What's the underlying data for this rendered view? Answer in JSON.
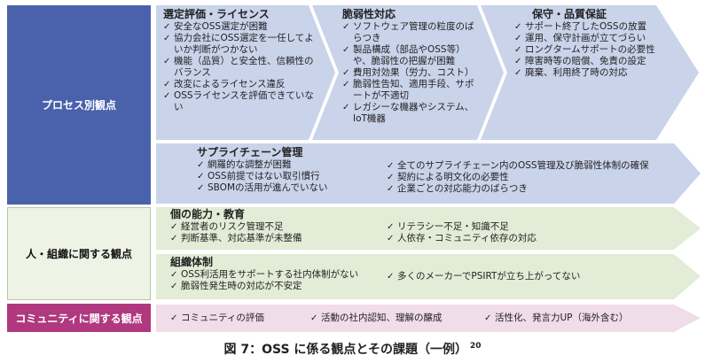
{
  "side_labels": {
    "process": "プロセス別観点",
    "people": "人・組織に関する観点",
    "community": "コミュニティに関する観点"
  },
  "process": {
    "selection": {
      "title": "選定評価・ライセンス",
      "items": [
        "安全なOSS選定が困難",
        "協力会社にOSS選定を一任してよいか判断がつかない",
        "機能（品質）と安全性、信頼性のバランス",
        "改変によるライセンス違反",
        "OSSライセンスを評価できていない"
      ]
    },
    "vulnerability": {
      "title": "脆弱性対応",
      "items": [
        "ソフトウェア管理の粒度のばらつき",
        "製品構成（部品やOSS等）や、脆弱性の把握が困難",
        "費用対効果（労力、コスト）",
        "脆弱性告知、適用手段、サポートが不適切",
        "レガシーな機器やシステム、IoT機器"
      ]
    },
    "maintenance": {
      "title": "保守・品質保証",
      "items": [
        "サポート終了したOSSの放置",
        "運用、保守計画が立てづらい",
        "ロングタームサポートの必要性",
        "障害時等の賠償、免責の設定",
        "廃棄、利用終了時の対応"
      ]
    },
    "supply_chain": {
      "title": "サプライチェーン管理",
      "left": [
        "網羅的な調整が困難",
        "OSS前提ではない取引慣行",
        "SBOMの活用が進んでいない"
      ],
      "right": [
        "全てのサプライチェーン内のOSS管理及び脆弱性体制の確保",
        "契約による明文化の必要性",
        "企業ごとの対応能力のばらつき"
      ]
    }
  },
  "people": {
    "individual": {
      "title": "個の能力・教育",
      "left": [
        "経営者のリスク管理不足",
        "判断基準、対応基準が未整備"
      ],
      "right": [
        "リテラシー不足・知識不足",
        "人依存・コミュニティ依存の対応"
      ]
    },
    "organization": {
      "title": "組織体制",
      "left": [
        "OSS利活用をサポートする社内体制がない",
        "脆弱性発生時の対応が不安定"
      ],
      "right": [
        "多くのメーカーでPSIRTが立ち上がってない"
      ]
    }
  },
  "community": {
    "items": [
      "コミュニティの評価",
      "活動の社内認知、理解の醸成",
      "活性化、発言力UP（海外含む）"
    ]
  },
  "caption": {
    "text": "図 7：OSS に係る観点とその課題（一例）",
    "note": "20"
  },
  "colors": {
    "process_side": "#4a61ac",
    "arrow_fill": "#c9d3ea",
    "people_arrow": "#e3ecd6",
    "community_side": "#b0387f",
    "community_arrow": "#f1dcea"
  }
}
